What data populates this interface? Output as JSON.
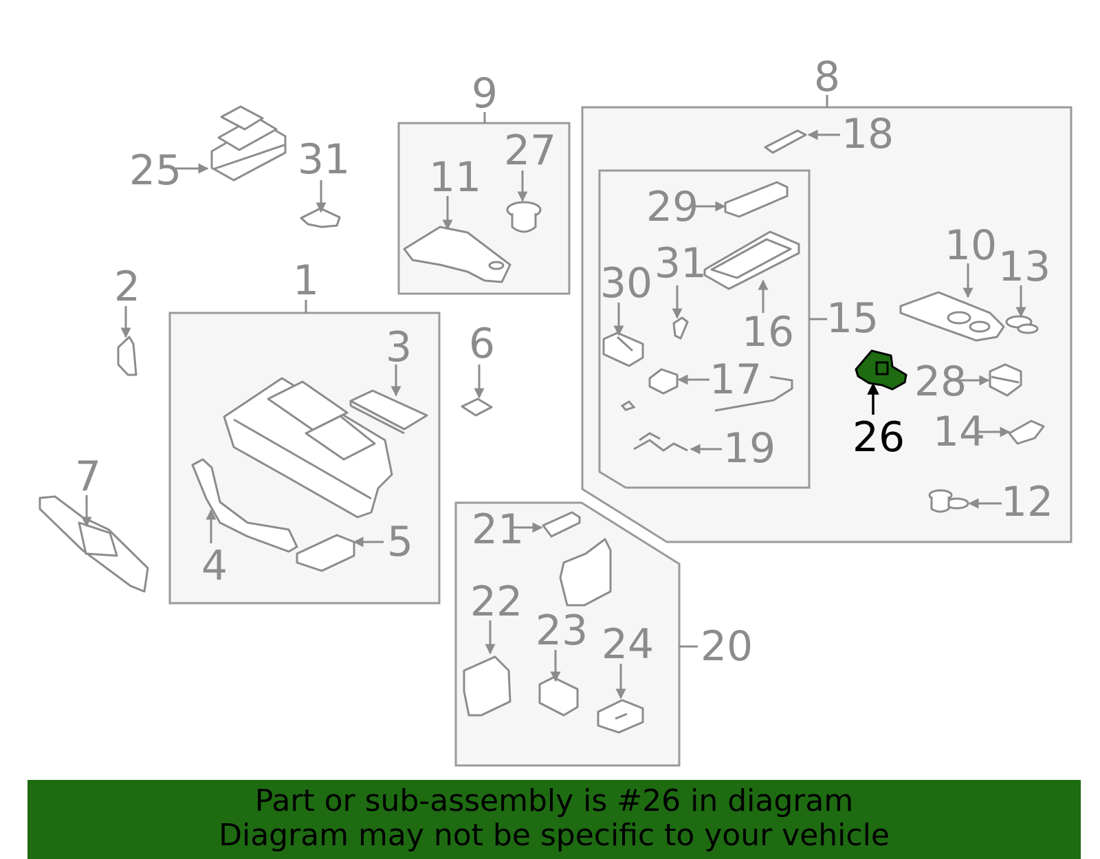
{
  "highlight_color": "#1e6b12",
  "highlighted_part": "26",
  "callouts": {
    "c1": "1",
    "c2": "2",
    "c3": "3",
    "c4": "4",
    "c5": "5",
    "c6": "6",
    "c7": "7",
    "c8": "8",
    "c9": "9",
    "c10": "10",
    "c11": "11",
    "c12": "12",
    "c13": "13",
    "c14": "14",
    "c15": "15",
    "c16": "16",
    "c17": "17",
    "c18": "18",
    "c19": "19",
    "c20": "20",
    "c21": "21",
    "c22": "22",
    "c23": "23",
    "c24": "24",
    "c25": "25",
    "c26": "26",
    "c27": "27",
    "c28": "28",
    "c29": "29",
    "c30": "30",
    "c31a": "31",
    "c31b": "31"
  },
  "banner": {
    "line1": "Part or sub-assembly is #26 in diagram",
    "line2": "Diagram may not be specific to your vehicle"
  }
}
